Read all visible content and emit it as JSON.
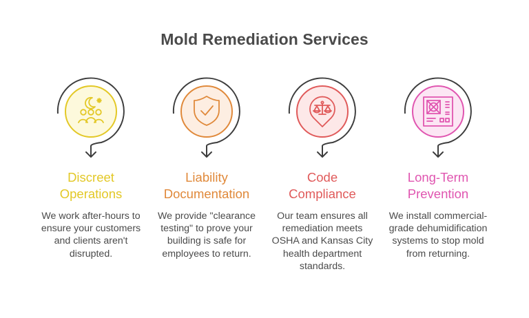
{
  "title": "Mold Remediation Services",
  "colors": {
    "title": "#4a4a4a",
    "body_text": "#4a4a4a",
    "connector": "#3d3d3d"
  },
  "steps": [
    {
      "heading_line1": "Discreet",
      "heading_line2": "Operations",
      "description": "We work after-hours to ensure your customers and clients aren't disrupted.",
      "icon": "moon-star-people-icon",
      "accent": "#e3c826",
      "fill": "#fdf9dc"
    },
    {
      "heading_line1": "Liability",
      "heading_line2": "Documentation",
      "description": "We provide \"clearance testing\" to prove your building is safe for employees to return.",
      "icon": "shield-check-icon",
      "accent": "#e0893a",
      "fill": "#fdeee2"
    },
    {
      "heading_line1": "Code",
      "heading_line2": "Compliance",
      "description": "Our team ensures all remediation meets OSHA and Kansas City health department standards.",
      "icon": "scales-pin-icon",
      "accent": "#e05a5a",
      "fill": "#fde8e8"
    },
    {
      "heading_line1": "Long-Term",
      "heading_line2": "Prevention",
      "description": "We install commercial-grade dehumidification systems to stop mold from returning.",
      "icon": "dehumidifier-icon",
      "accent": "#e055b0",
      "fill": "#fce6f4"
    }
  ]
}
